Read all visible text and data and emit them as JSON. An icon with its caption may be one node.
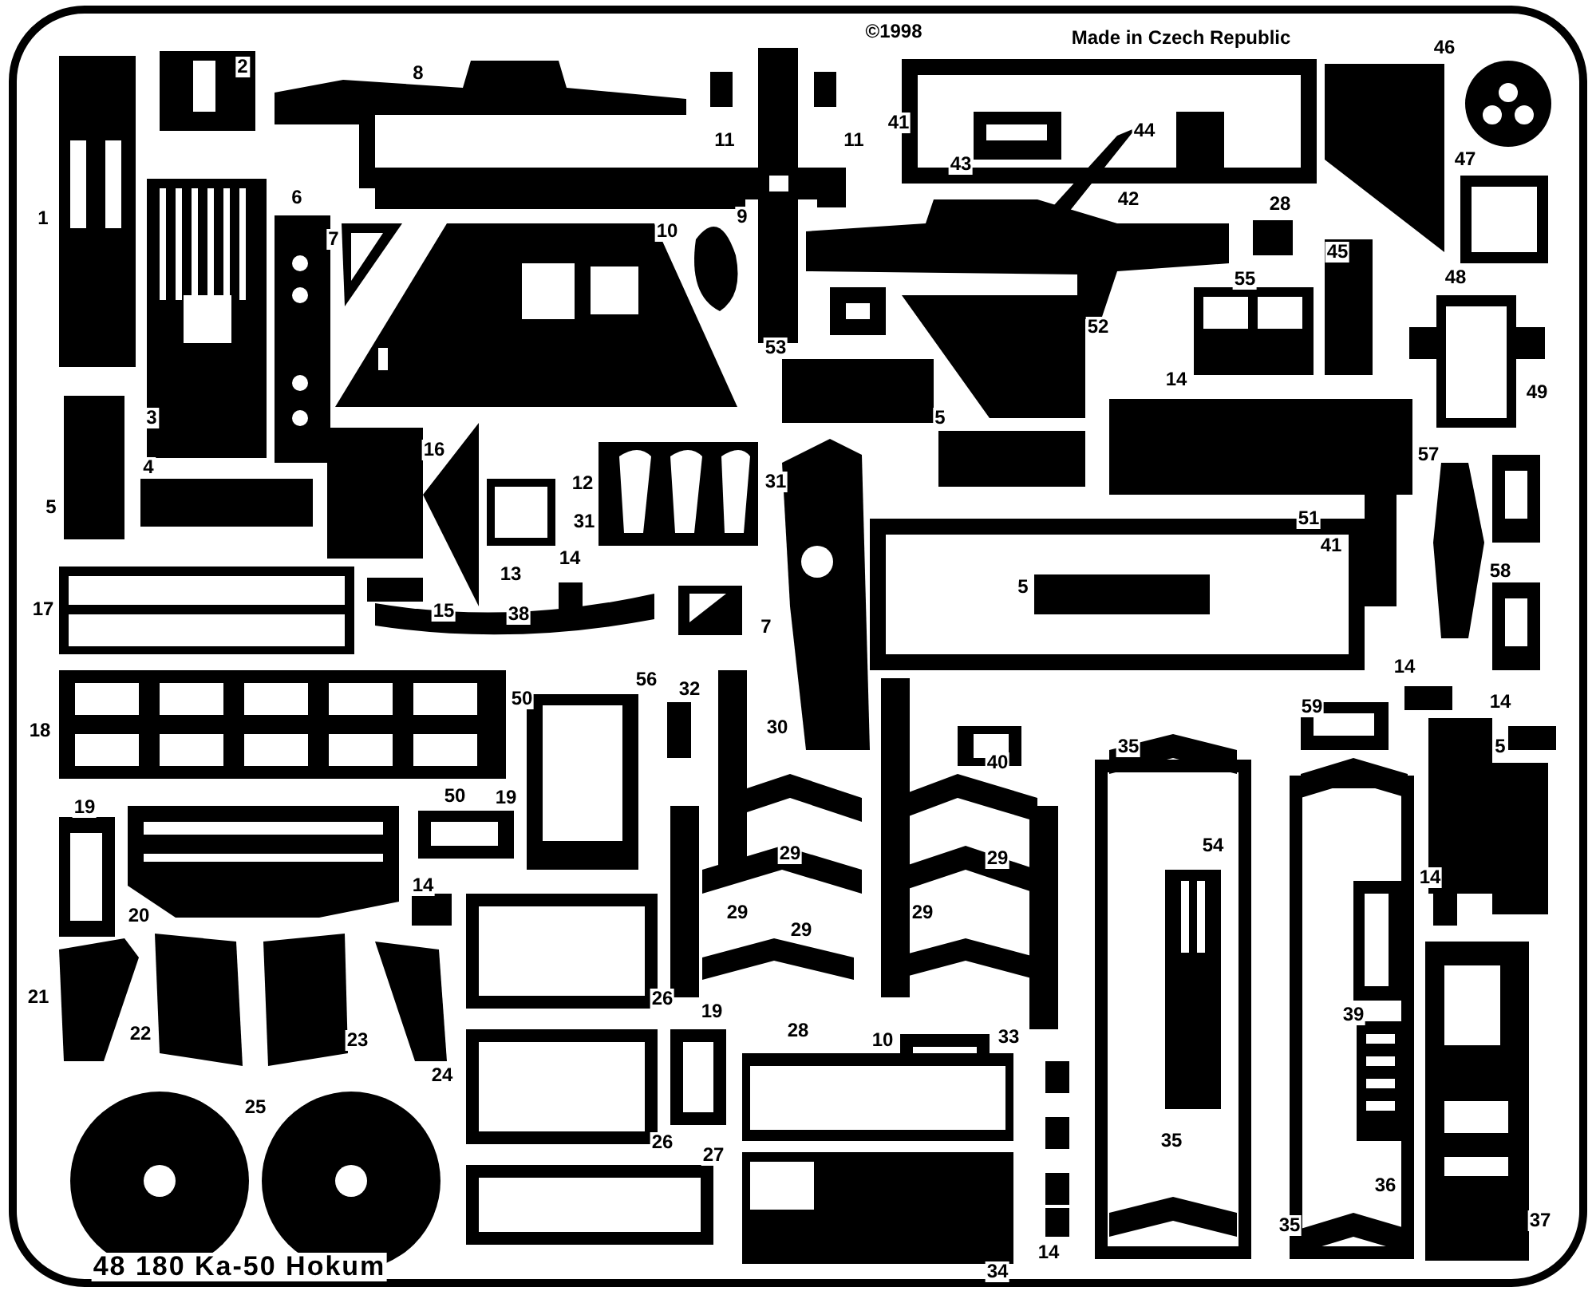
{
  "diagram": {
    "labels": [
      "©1998",
      "Made in Czech Republic",
      "2",
      "8",
      "46",
      "41",
      "44",
      "11",
      "11",
      "43",
      "47",
      "42",
      "6",
      "28",
      "1",
      "10",
      "9",
      "7",
      "45",
      "48",
      "55",
      "52",
      "53",
      "14",
      "49",
      "5",
      "3",
      "16",
      "57",
      "4",
      "12",
      "31",
      "5",
      "31",
      "51",
      "41",
      "14",
      "13",
      "58",
      "5",
      "17",
      "15",
      "38",
      "7",
      "14",
      "56",
      "32",
      "50",
      "14",
      "59",
      "30",
      "18",
      "35",
      "5",
      "40",
      "50",
      "19",
      "19",
      "54",
      "29",
      "29",
      "14",
      "14",
      "29",
      "20",
      "29",
      "29",
      "21",
      "26",
      "19",
      "39",
      "28",
      "22",
      "33",
      "10",
      "23",
      "24",
      "25",
      "26",
      "35",
      "27",
      "36",
      "37",
      "35",
      "14",
      "34",
      "48 180 Ka-50 Hokum"
    ]
  }
}
